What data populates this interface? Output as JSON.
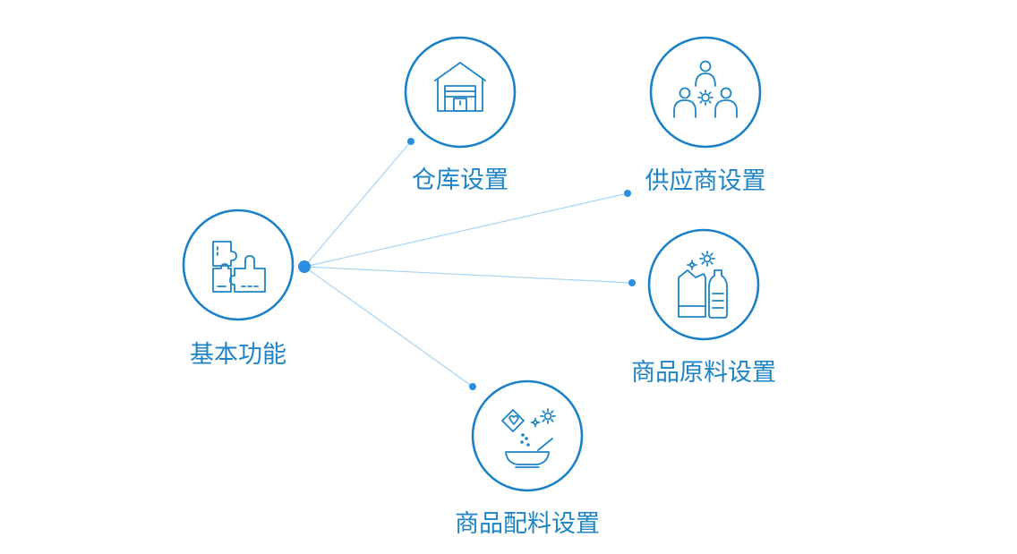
{
  "colors": {
    "accent": "#1e84c6",
    "ring": "#1a80c8",
    "edge": "#a8d3f2",
    "dot": "#2a8fe0"
  },
  "center": {
    "label": "基本功能",
    "icon": "puzzle-icon"
  },
  "nodes": [
    {
      "label": "仓库设置",
      "icon": "warehouse-icon"
    },
    {
      "label": "供应商设置",
      "icon": "supplier-team-icon"
    },
    {
      "label": "商品原料设置",
      "icon": "product-ingredients-icon"
    },
    {
      "label": "商品配料设置",
      "icon": "mixing-bowl-icon"
    }
  ]
}
